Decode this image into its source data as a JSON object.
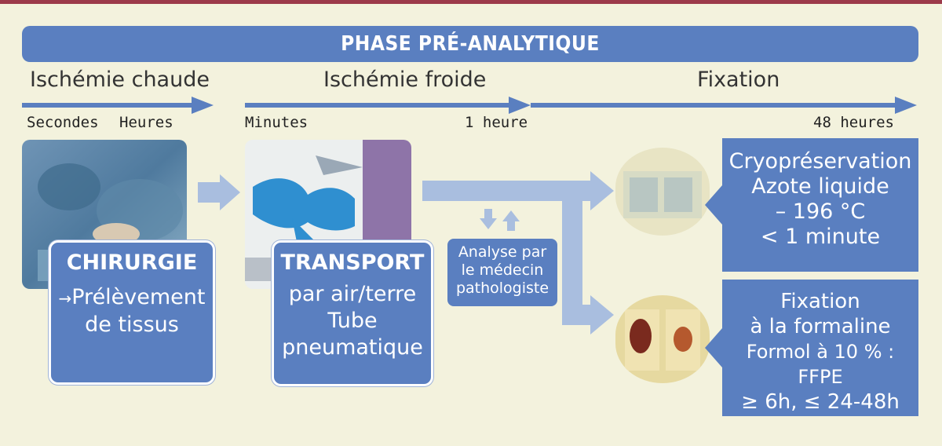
{
  "title": "PHASE PRÉ-ANALYTIQUE",
  "headers": {
    "warm": "Ischémie chaude",
    "cold": "Ischémie froide",
    "fixation": "Fixation"
  },
  "ticks": {
    "seconds": "Secondes",
    "hours": "Heures",
    "minutes": "Minutes",
    "one_hour": "1 heure",
    "fortyeight": "48 heures"
  },
  "surgery": {
    "title": "CHIRURGIE",
    "arrow_glyph": "→",
    "line1": "Prélèvement",
    "line2": "de tissus"
  },
  "transport": {
    "title": "TRANSPORT",
    "line1": "par air/terre",
    "line2": "Tube",
    "line3": "pneumatique"
  },
  "analysis": {
    "line1": "Analyse par",
    "line2": "le médecin",
    "line3": "pathologiste"
  },
  "cryo": {
    "line1": "Cryopréservation",
    "line2": "Azote liquide",
    "line3": "– 196 °C",
    "line4": "< 1 minute"
  },
  "fix": {
    "line1": "Fixation",
    "line2": "à la formaline",
    "line3": "Formol à 10 % : FFPE",
    "line4": "≥ 6h, ≤ 24-48h"
  },
  "colors": {
    "primary": "#5a7fc0",
    "arrow_light": "#a9bedf",
    "background": "#f3f2dd",
    "top_bar": "#9c3a4a"
  }
}
